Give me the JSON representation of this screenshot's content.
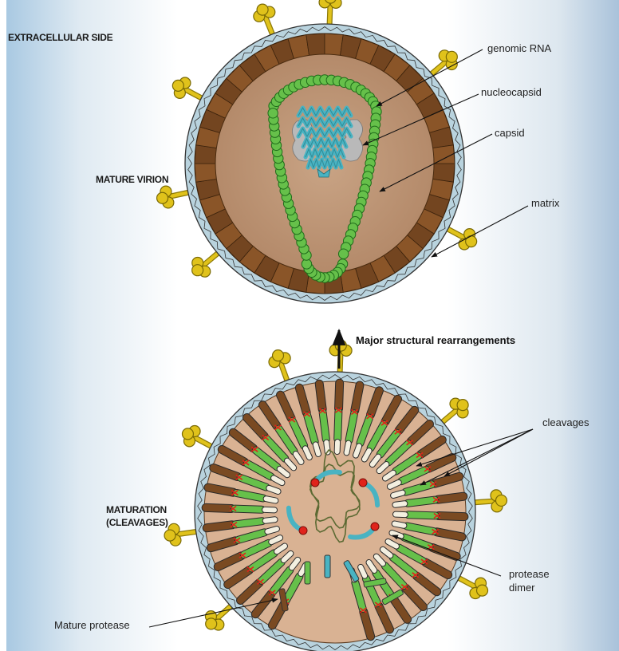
{
  "labels": {
    "extracellular": "EXTRACELLULAR SIDE",
    "mature_virion": "MATURE VIRION",
    "maturation_line1": "MATURATION",
    "maturation_line2": "(CLEAVAGES)",
    "rearrangements": "Major structural rearrangements",
    "genomic_rna": "genomic RNA",
    "nucleocapsid": "nucleocapsid",
    "capsid": "capsid",
    "matrix": "matrix",
    "cleavages": "cleavages",
    "protease_line1": "protease",
    "protease_line2": "dimer",
    "mature_protease": "Mature protease"
  },
  "colors": {
    "membrane": "#b9d3de",
    "matrix": "#7a4a22",
    "interior": "#d9b293",
    "capsid": "#66c04a",
    "nucleocapsid": "#49b3c2",
    "spike": "#e0c21b",
    "cleavage": "#e0231b",
    "background_edge": "#a9c8e1"
  }
}
